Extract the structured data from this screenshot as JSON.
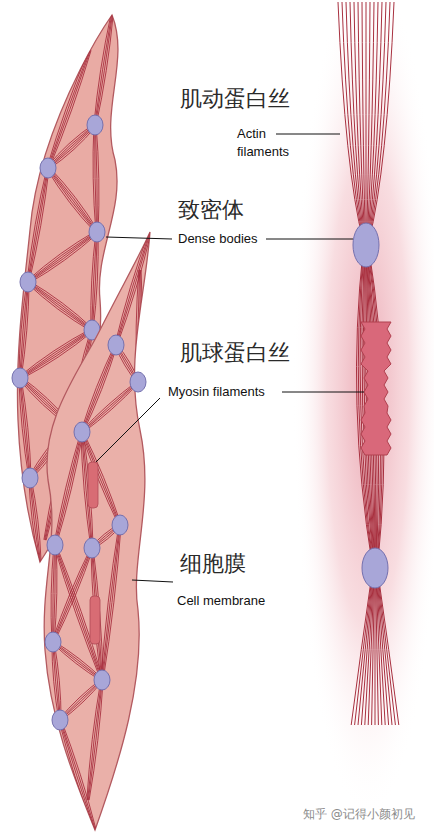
{
  "diagram": {
    "labels": [
      "肌动蛋白丝",
      "Actin filaments",
      "致密体",
      "Dense bodies",
      "肌球蛋白丝",
      "Myosin filaments",
      "细胞膜",
      "Cell membrane",
      "知乎 @记得小颜初见"
    ]
  }
}
